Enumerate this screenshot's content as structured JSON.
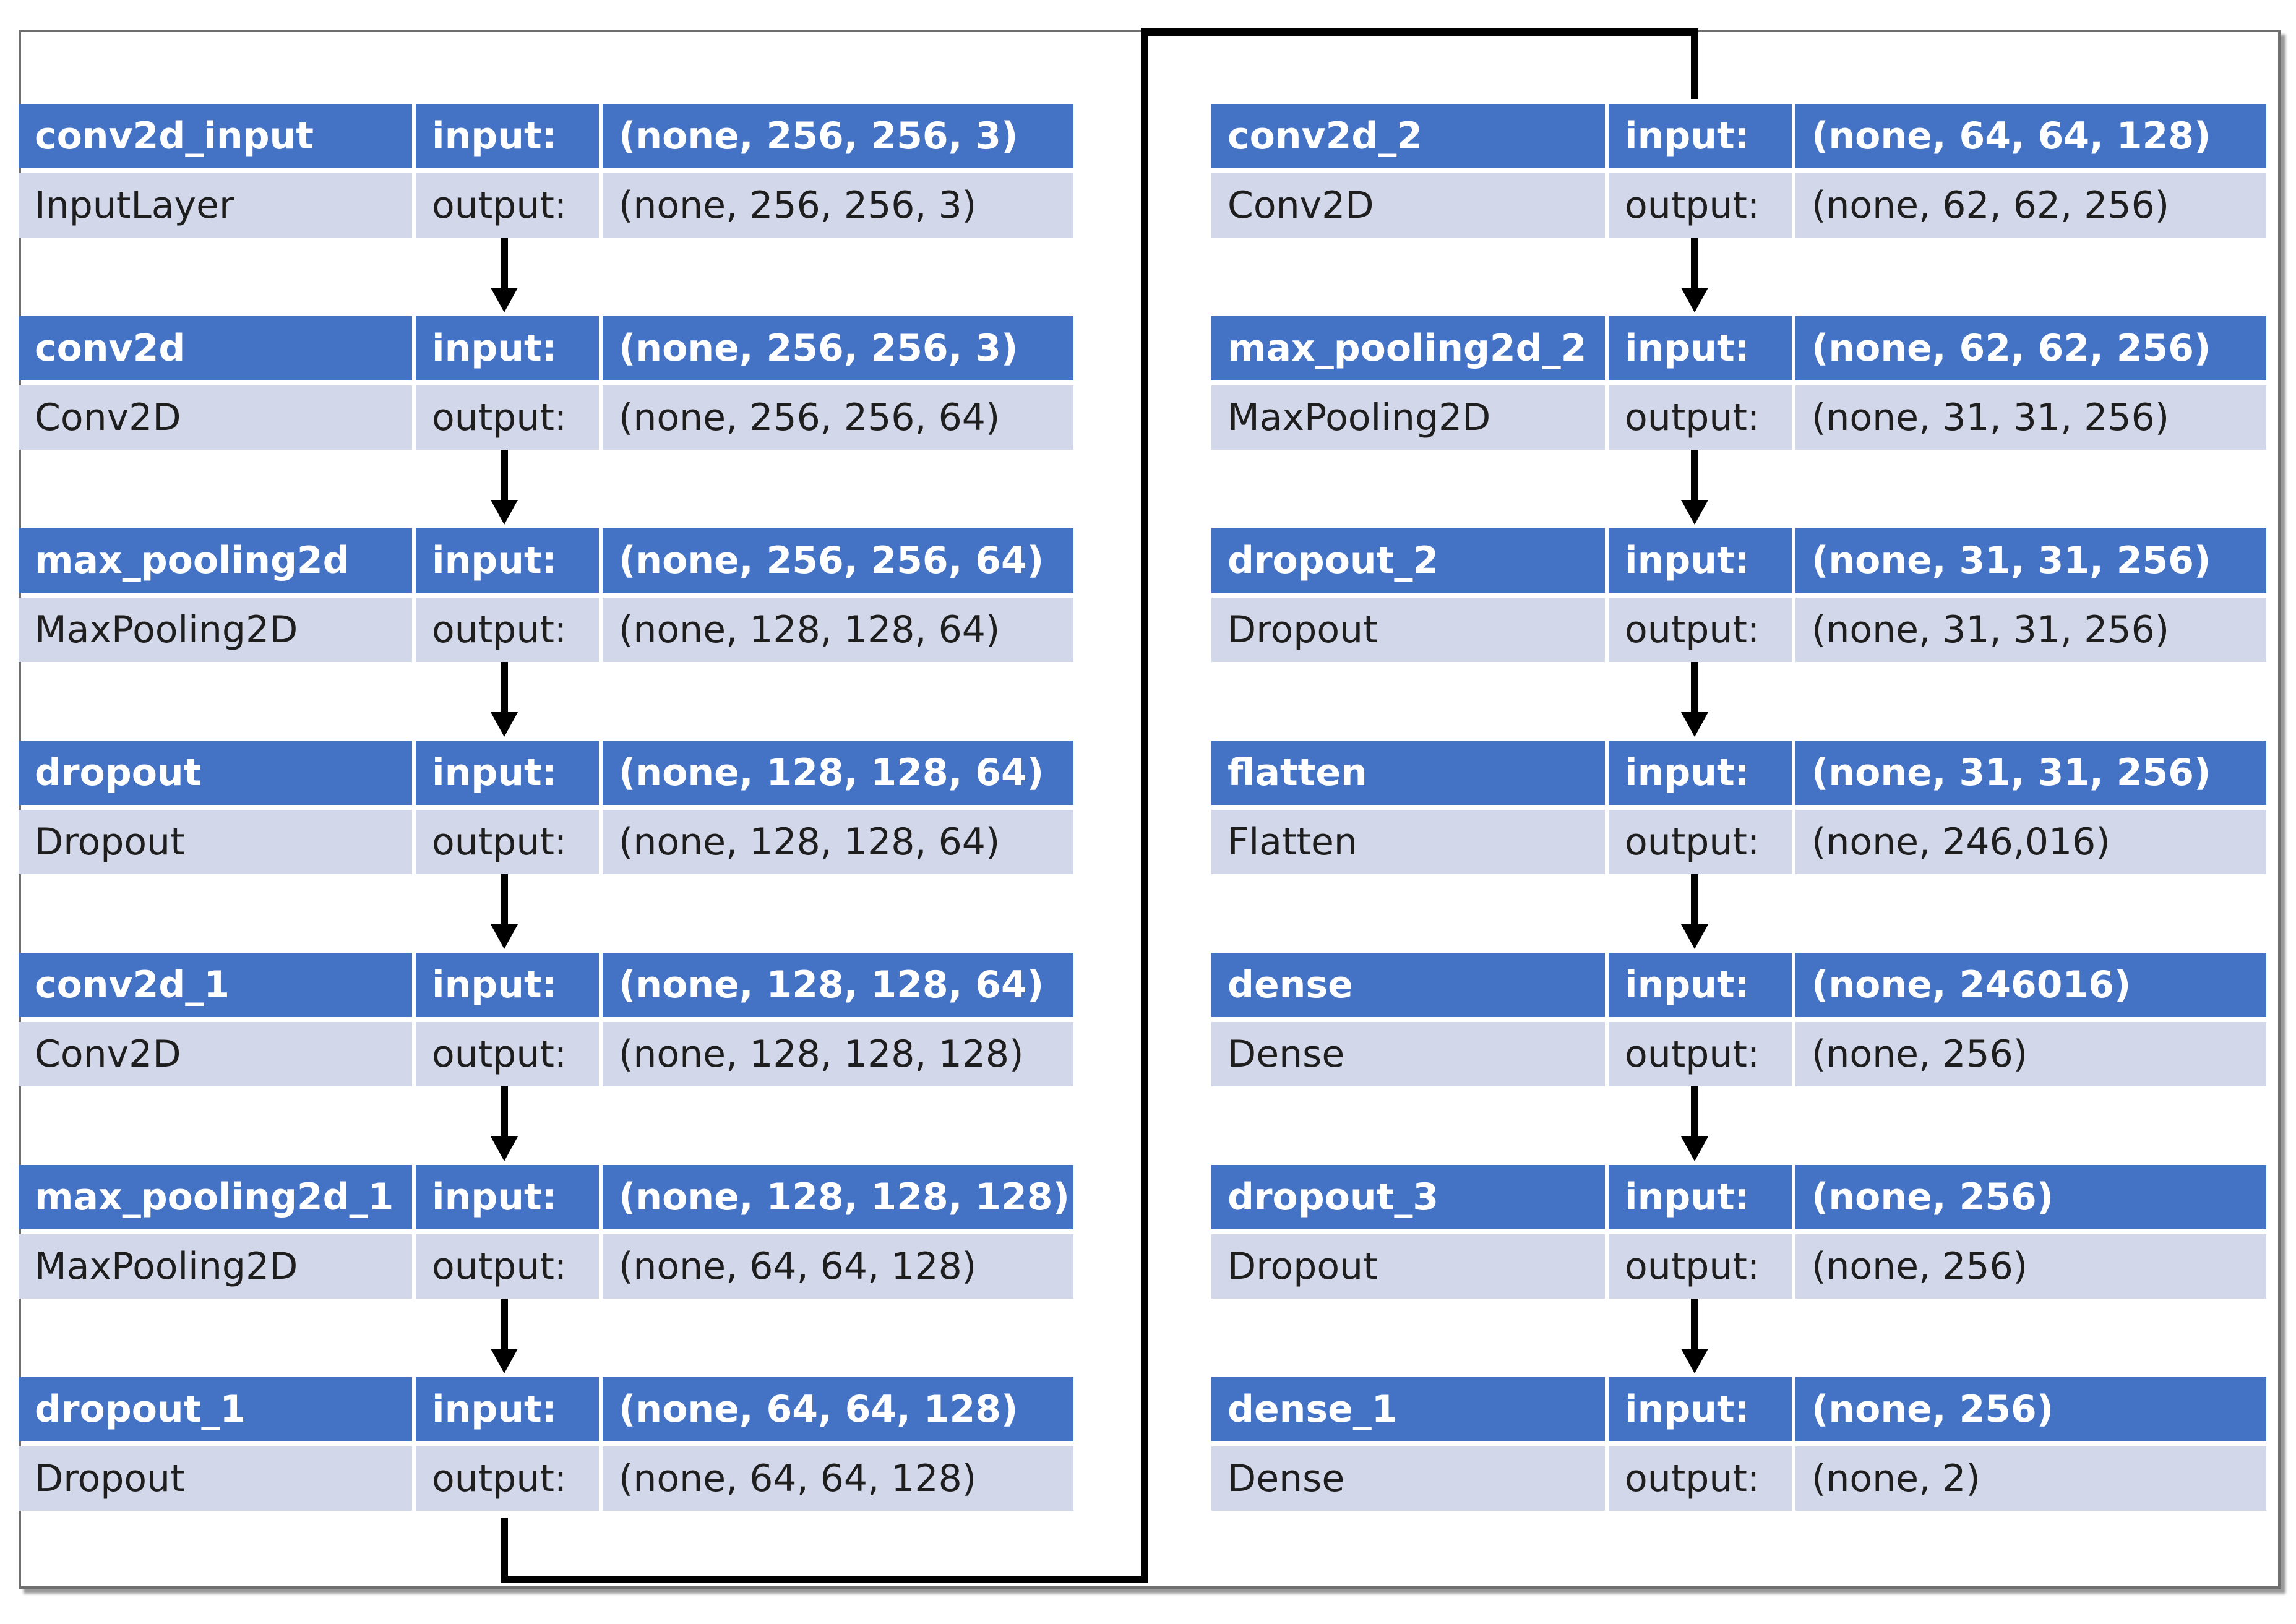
{
  "diagram": {
    "layers": [
      {
        "name": "conv2d_input",
        "type": "InputLayer",
        "input_label": "input:",
        "output_label": "output:",
        "input_shape": "(none, 256, 256, 3)",
        "output_shape": "(none, 256, 256, 3)"
      },
      {
        "name": "conv2d",
        "type": "Conv2D",
        "input_label": "input:",
        "output_label": "output:",
        "input_shape": "(none, 256, 256, 3)",
        "output_shape": "(none, 256, 256, 64)"
      },
      {
        "name": "max_pooling2d",
        "type": "MaxPooling2D",
        "input_label": "input:",
        "output_label": "output:",
        "input_shape": "(none, 256, 256, 64)",
        "output_shape": "(none, 128, 128, 64)"
      },
      {
        "name": "dropout",
        "type": "Dropout",
        "input_label": "input:",
        "output_label": "output:",
        "input_shape": "(none, 128, 128, 64)",
        "output_shape": "(none, 128, 128, 64)"
      },
      {
        "name": "conv2d_1",
        "type": "Conv2D",
        "input_label": "input:",
        "output_label": "output:",
        "input_shape": "(none, 128, 128, 64)",
        "output_shape": "(none, 128, 128, 128)"
      },
      {
        "name": "max_pooling2d_1",
        "type": "MaxPooling2D",
        "input_label": "input:",
        "output_label": "output:",
        "input_shape": "(none, 128, 128, 128)",
        "output_shape": "(none, 64, 64, 128)"
      },
      {
        "name": "dropout_1",
        "type": "Dropout",
        "input_label": "input:",
        "output_label": "output:",
        "input_shape": "(none, 64, 64, 128)",
        "output_shape": "(none, 64, 64, 128)"
      },
      {
        "name": "conv2d_2",
        "type": "Conv2D",
        "input_label": "input:",
        "output_label": "output:",
        "input_shape": "(none, 64, 64, 128)",
        "output_shape": "(none, 62, 62, 256)"
      },
      {
        "name": "max_pooling2d_2",
        "type": "MaxPooling2D",
        "input_label": "input:",
        "output_label": "output:",
        "input_shape": "(none, 62, 62, 256)",
        "output_shape": "(none, 31, 31, 256)"
      },
      {
        "name": "dropout_2",
        "type": "Dropout",
        "input_label": "input:",
        "output_label": "output:",
        "input_shape": "(none, 31, 31, 256)",
        "output_shape": "(none, 31, 31, 256)"
      },
      {
        "name": "flatten",
        "type": "Flatten",
        "input_label": "input:",
        "output_label": "output:",
        "input_shape": "(none, 31, 31, 256)",
        "output_shape": "(none, 246,016)"
      },
      {
        "name": "dense",
        "type": "Dense",
        "input_label": "input:",
        "output_label": "output:",
        "input_shape": "(none, 246016)",
        "output_shape": "(none, 256)"
      },
      {
        "name": "dropout_3",
        "type": "Dropout",
        "input_label": "input:",
        "output_label": "output:",
        "input_shape": "(none, 256)",
        "output_shape": "(none, 256)"
      },
      {
        "name": "dense_1",
        "type": "Dense",
        "input_label": "input:",
        "output_label": "output:",
        "input_shape": "(none, 256)",
        "output_shape": "(none, 2)"
      }
    ],
    "colors": {
      "header_fill": "#4472c4",
      "body_fill": "#d2d7ea",
      "connector": "#000000"
    }
  }
}
